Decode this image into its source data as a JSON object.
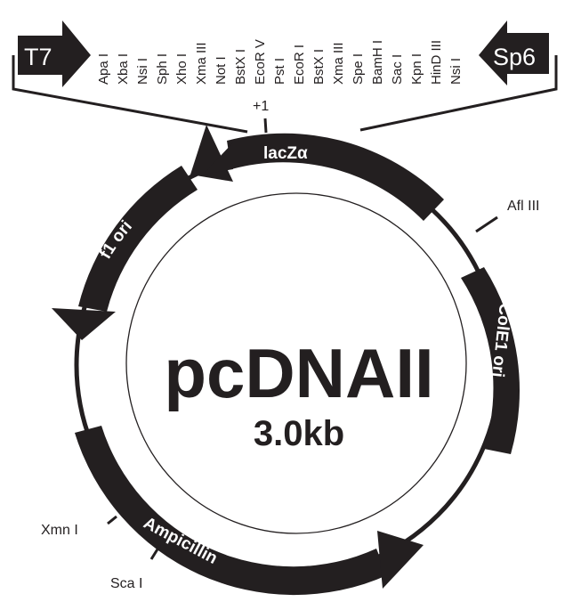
{
  "plasmid": {
    "name": "pcDNAII",
    "size": "3.0kb"
  },
  "colors": {
    "ink": "#231f20",
    "background": "#ffffff",
    "band_text": "#ffffff"
  },
  "mcs": {
    "left_promoter": "T7",
    "right_promoter": "Sp6",
    "sites": [
      "Apa I",
      "Xba I",
      "Nsi I",
      "Sph I",
      "Xho I",
      "Xma III",
      "Not I",
      "BstX I",
      "EcoR V",
      "Pst I",
      "EcoR I",
      "BstX I",
      "Xma III",
      "Spe I",
      "BamH I",
      "Sac I",
      "Kpn I",
      "HinD III",
      "Nsi I"
    ],
    "start_marker": "+1"
  },
  "features": [
    {
      "name": "lacZα",
      "label": "lacZα",
      "direction": "counterclockwise"
    },
    {
      "name": "f1 ori",
      "label": "f1 ori",
      "direction": "counterclockwise"
    },
    {
      "name": "ColE1 ori",
      "label": "ColE1 ori",
      "direction": "none"
    },
    {
      "name": "Ampicillin",
      "label": "Ampicillin",
      "direction": "clockwise"
    }
  ],
  "sites": [
    {
      "label": "Afl III"
    },
    {
      "label": "Xmn I"
    },
    {
      "label": "Sca I"
    }
  ]
}
